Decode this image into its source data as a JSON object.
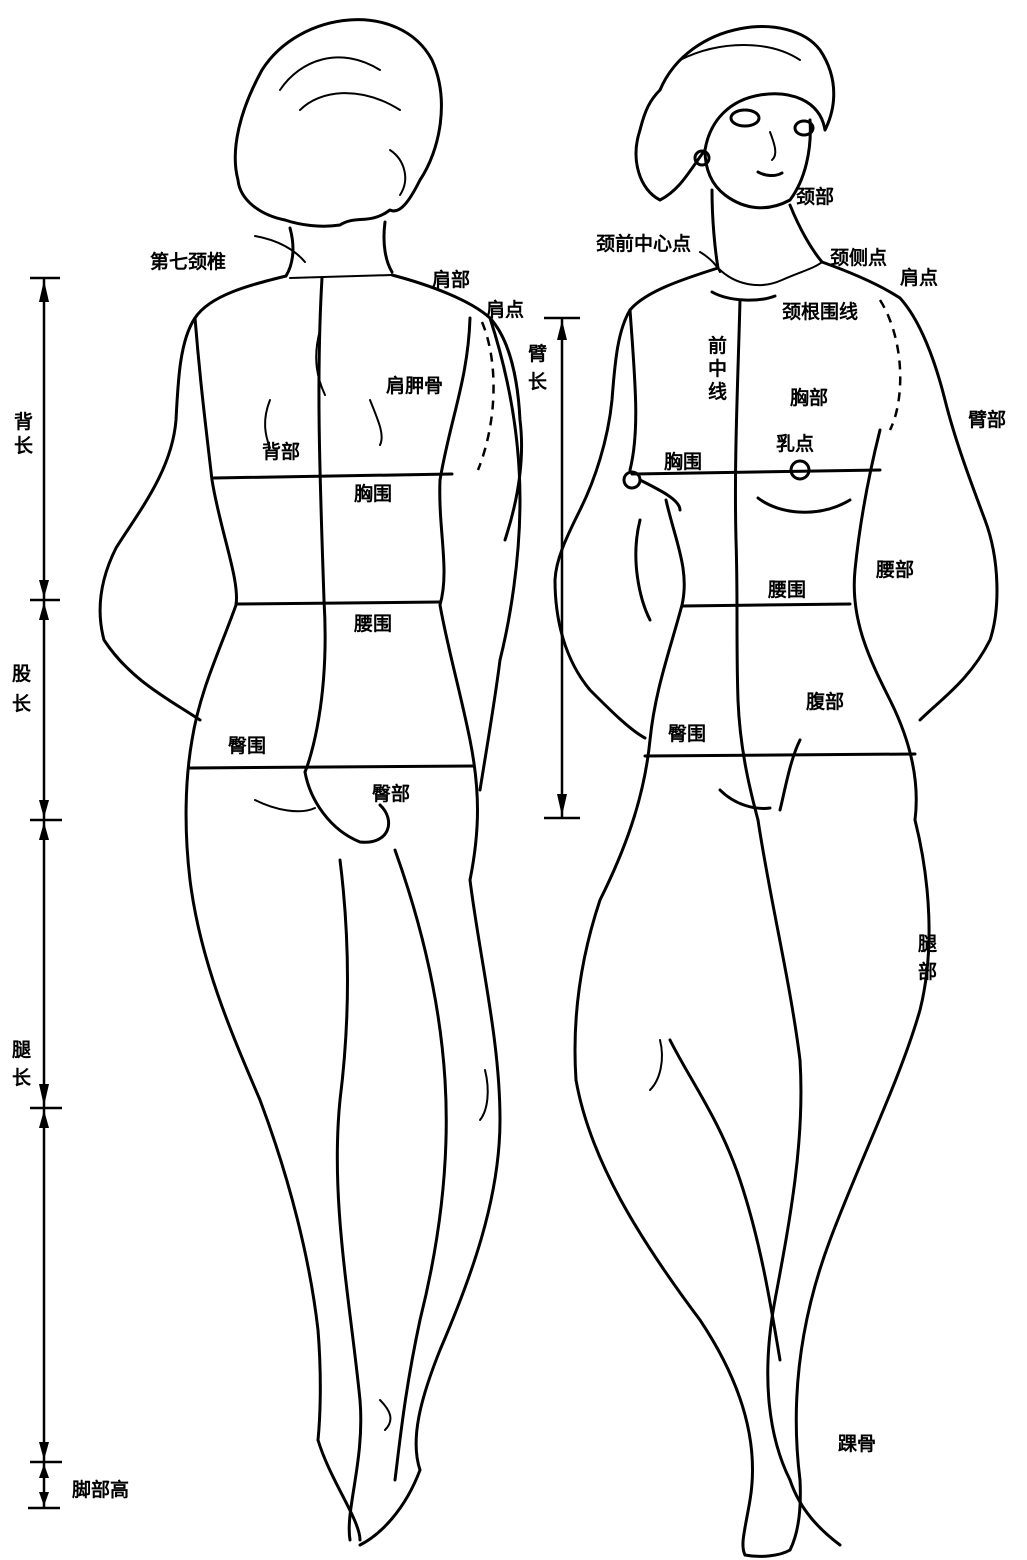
{
  "back_labels": {
    "c7": "第七颈椎",
    "shoulder_part": "肩部",
    "shoulder_point": "肩点",
    "scapula": "肩胛骨",
    "back_part": "背部",
    "bust_line": "胸围",
    "waist_line": "腰围",
    "hip_line": "臀围",
    "hip_part": "臀部"
  },
  "front_labels": {
    "neck_part": "颈部",
    "front_neck_point": "颈前中心点",
    "side_neck_point": "颈侧点",
    "shoulder_point": "肩点",
    "neck_base_line": "颈根围线",
    "center_front": [
      "前",
      "中",
      "线"
    ],
    "chest_part": "胸部",
    "arm_part": "臂部",
    "bust_point": "乳点",
    "bust_line": "胸围",
    "waist_part": "腰部",
    "waist_line": "腰围",
    "abdomen": "腹部",
    "hip_line": "臀围",
    "thigh_part": [
      "腿",
      "部"
    ],
    "ankle": "踝骨"
  },
  "measurements": {
    "back_length": [
      "背",
      "长"
    ],
    "crotch_length": [
      "股",
      "长"
    ],
    "leg_length": [
      "腿",
      "长"
    ],
    "foot_height": "脚部高",
    "arm_length": [
      "臂",
      "长"
    ]
  }
}
